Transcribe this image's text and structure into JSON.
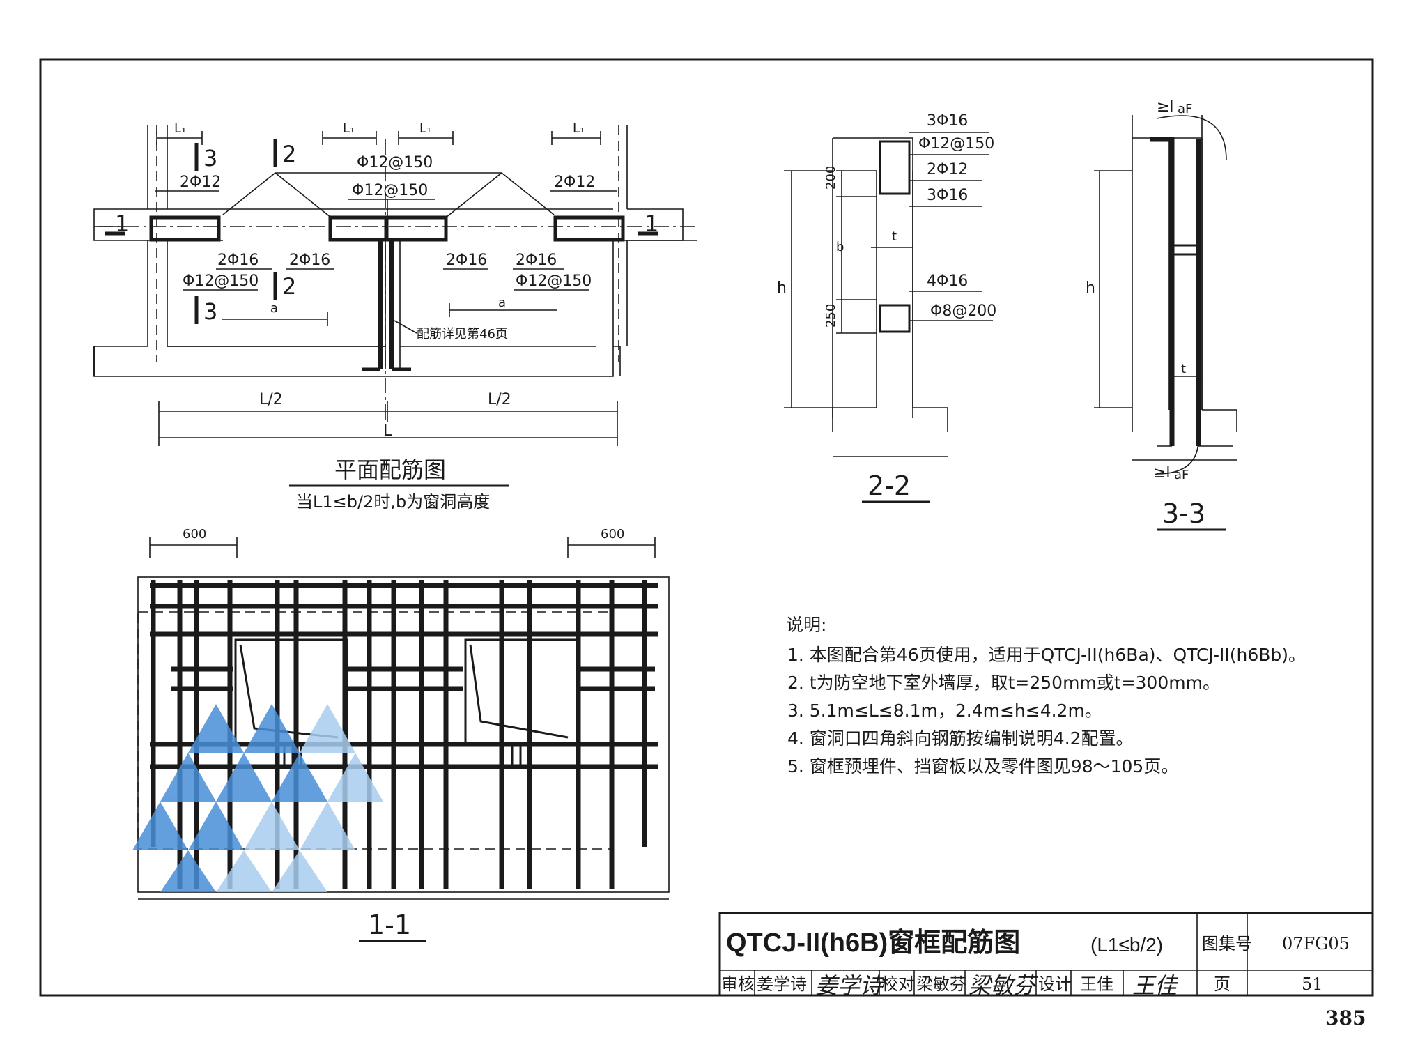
{
  "plan": {
    "title": "平面配筋图",
    "subtitle": "当L1≤b/2时,b为窗洞高度",
    "dims": {
      "l1_left": "L₁",
      "l1_ml": "L₁",
      "l1_mr": "L₁",
      "l1_right": "L₁",
      "half_left": "L/2",
      "half_right": "L/2",
      "total": "L",
      "a_left": "a",
      "a_right": "a"
    },
    "labels": {
      "stir_top_1": "Φ12@150",
      "stir_top_2": "Φ12@150",
      "bar_2phi12_left": "2Φ12",
      "bar_2phi12_right": "2Φ12",
      "bar_2phi16_a": "2Φ16",
      "bar_2phi16_b": "2Φ16",
      "bar_2phi16_c": "2Φ16",
      "bar_2phi16_d": "2Φ16",
      "stir_bot_left": "Φ12@150",
      "stir_bot_right": "Φ12@150",
      "detail_note": "配筋详见第46页"
    },
    "sections": {
      "s1_left": "1",
      "s1_right": "1",
      "s2_top": "2",
      "s2_bottom": "2",
      "s3_top": "3",
      "s3_bottom": "3"
    }
  },
  "section_2_2": {
    "title": "2-2",
    "labels": {
      "top_bars": "3Φ16",
      "stirrup": "Φ12@150",
      "mid_bars": "2Φ12",
      "bottom_bars_top": "3Φ16",
      "lower_bars": "4Φ16",
      "lower_stirrup": "Φ8@200",
      "dim_200": "200",
      "dim_b": "b",
      "dim_250": "250",
      "dim_h": "h",
      "dim_t": "t"
    }
  },
  "section_3_3": {
    "title": "3-3",
    "labels": {
      "anchor_top": "≥l",
      "anchor_top_sub": "aF",
      "anchor_bottom": "≥l",
      "anchor_bottom_sub": "aF",
      "dim_h": "h",
      "dim_t": "t"
    }
  },
  "section_1_1": {
    "title": "1-1",
    "dim_left": "600",
    "dim_right": "600"
  },
  "notes": {
    "heading": "说明:",
    "items": [
      "1. 本图配合第46页使用，适用于QTCJ-II(h6Ba)、QTCJ-II(h6Bb)。",
      "2. t为防空地下室外墙厚，取t=250mm或t=300mm。",
      "3. 5.1m≤L≤8.1m，2.4m≤h≤4.2m。",
      "4. 窗洞口四角斜向钢筋按编制说明4.2配置。",
      "5. 窗框预埋件、挡窗板以及零件图见98～105页。"
    ]
  },
  "title_block": {
    "title_main": "QTCJ-II(h6B)窗框配筋图",
    "title_cond": "(L1≤b/2)",
    "atlas_label": "图集号",
    "atlas_no": "07FG05",
    "review_label": "审核",
    "reviewer": "姜学诗",
    "reviewer_sign": "姜学诗",
    "check_label": "校对",
    "checker": "梁敏芬",
    "checker_sign": "梁敏芬",
    "design_label": "设计",
    "designer": "王佳",
    "designer_sign": "王佳",
    "page_label": "页",
    "page_no": "51"
  },
  "page_number": "385",
  "colors": {
    "ink": "#1a1a1a",
    "watermark_dark": "#4a8fd8",
    "watermark_light": "#a9cdf0"
  }
}
